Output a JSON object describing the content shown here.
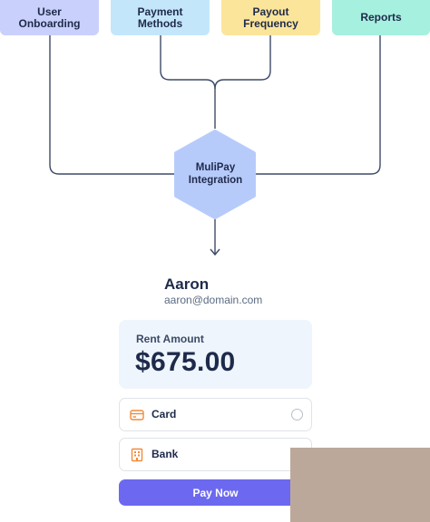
{
  "features": [
    {
      "label": "User\nOnboarding"
    },
    {
      "label": "Payment\nMethods"
    },
    {
      "label": "Payout\nFrequency"
    },
    {
      "label": "Reports"
    }
  ],
  "hub": {
    "label": "MuliPay\nIntegration"
  },
  "payer": {
    "name": "Aaron",
    "email": "aaron@domain.com"
  },
  "amount": {
    "label": "Rent Amount",
    "value": "$675.00"
  },
  "options": [
    {
      "label": "Card",
      "icon": "credit-card-icon"
    },
    {
      "label": "Bank",
      "icon": "bank-building-icon"
    }
  ],
  "pay_button": {
    "label": "Pay Now"
  },
  "colors": {
    "user_onboarding": "#c9d0fb",
    "payment_methods": "#c4e6fb",
    "payout_frequency": "#fbe59a",
    "reports": "#a6f0e0",
    "hub": "#b7cbfb",
    "pay_button": "#6c69f0",
    "icon_accent": "#f08a3a"
  }
}
